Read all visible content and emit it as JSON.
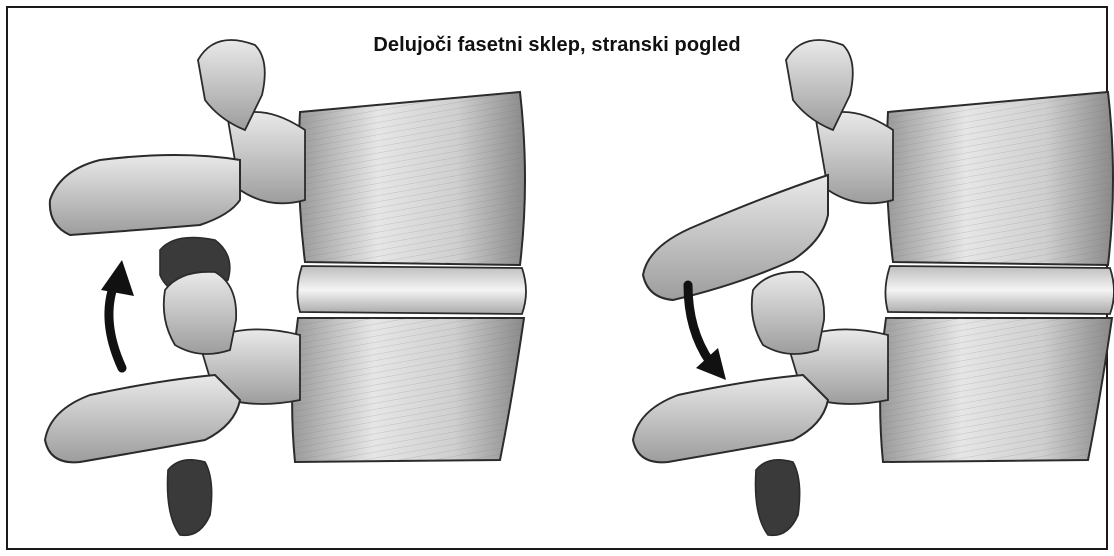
{
  "title": "Delujoči fasetni sklep, stranski pogled",
  "figures": [
    {
      "name": "left-spine-segment",
      "motion": "extension",
      "arrow_direction": "up"
    },
    {
      "name": "right-spine-segment",
      "motion": "flexion",
      "arrow_direction": "down"
    }
  ],
  "colors": {
    "bone_light": "#f2f2f2",
    "bone_mid": "#c9c9c9",
    "bone_shadow": "#7a7a7a",
    "outline": "#2b2b2b",
    "foramen": "#3a3a3a",
    "arrow": "#111111"
  }
}
